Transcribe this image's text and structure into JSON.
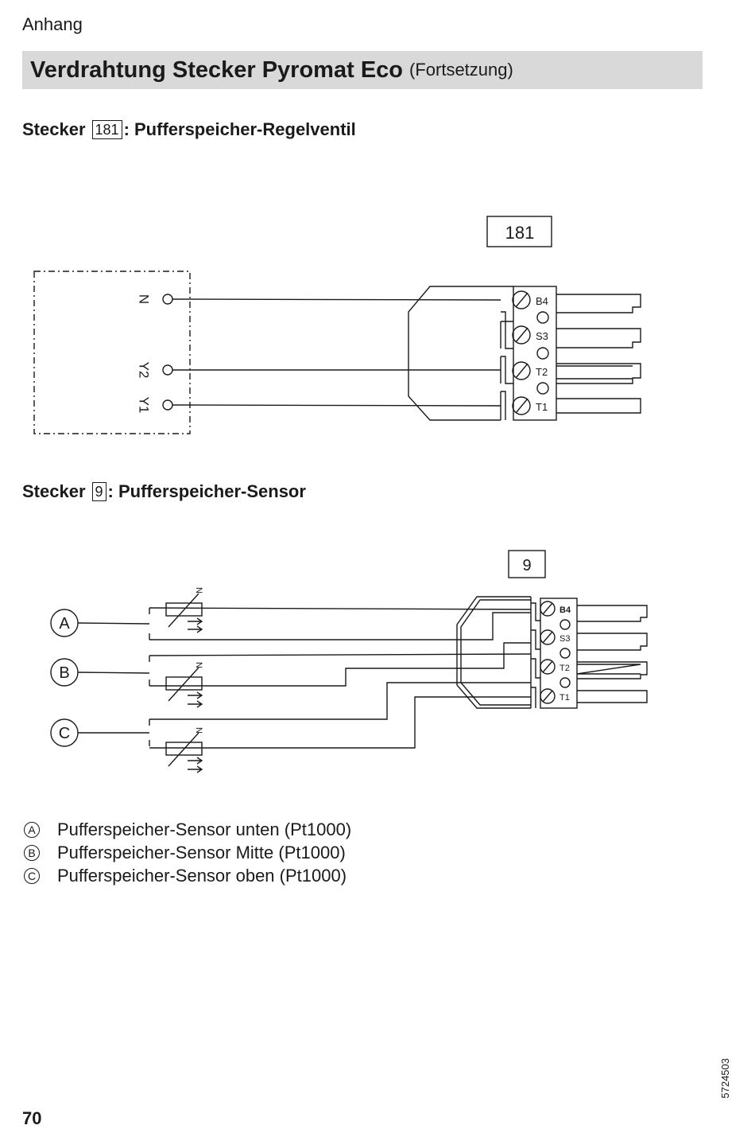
{
  "header": {
    "section": "Anhang",
    "title": "Verdrahtung Stecker Pyromat Eco",
    "title_suffix": "(Fortsetzung)"
  },
  "section1": {
    "heading_prefix": "Stecker",
    "connector_number": "181",
    "heading_suffix": ": Pufferspeicher-Regelventil",
    "diagram": {
      "connector_label": "181",
      "valve_terminals": [
        "N",
        "Y2",
        "Y1"
      ],
      "pins": [
        "B4",
        "S3",
        "T2",
        "T1"
      ]
    }
  },
  "section2": {
    "heading_prefix": "Stecker",
    "connector_number": "9",
    "heading_suffix": ": Pufferspeicher-Sensor",
    "diagram": {
      "connector_label": "9",
      "sensor_markers": [
        "A",
        "B",
        "C"
      ],
      "theta_symbol": "N",
      "pins": [
        "B4",
        "S3",
        "T2",
        "T1"
      ]
    }
  },
  "legend": [
    {
      "marker": "A",
      "text": "Pufferspeicher-Sensor unten (Pt1000)"
    },
    {
      "marker": "B",
      "text": "Pufferspeicher-Sensor Mitte (Pt1000)"
    },
    {
      "marker": "C",
      "text": "Pufferspeicher-Sensor oben (Pt1000)"
    }
  ],
  "footer": {
    "page_number": "70",
    "doc_number": "5724503"
  }
}
